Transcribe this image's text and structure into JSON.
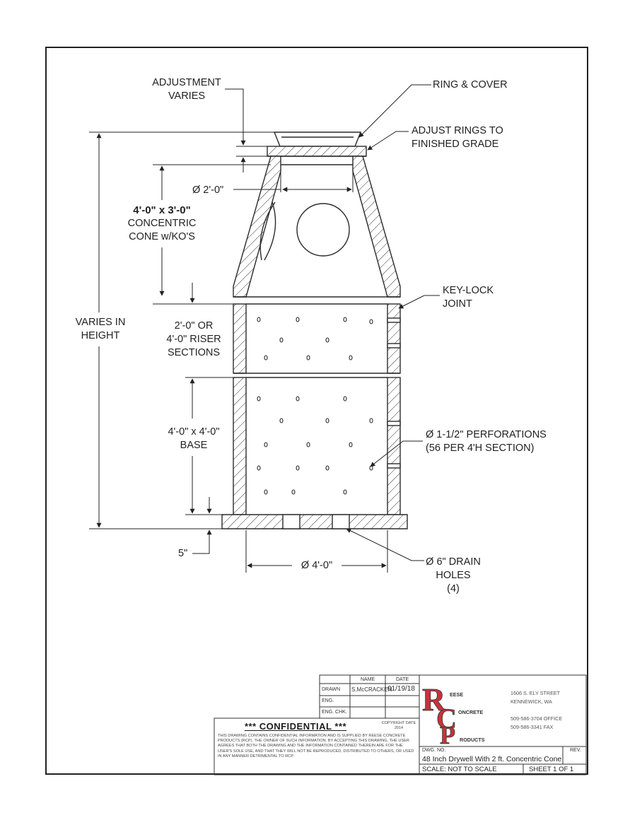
{
  "labels": {
    "adjustment_1": "ADJUSTMENT",
    "adjustment_2": "VARIES",
    "ring_cover": "RING & COVER",
    "adjust_rings_1": "ADJUST RINGS TO",
    "adjust_rings_2": "FINISHED GRADE",
    "dia_top": "Ø 2'-0\"",
    "cone_1": "4'-0\" x 3'-0\"",
    "cone_2": "CONCENTRIC",
    "cone_3": "CONE w/KO'S",
    "keylock_1": "KEY-LOCK",
    "keylock_2": "JOINT",
    "varies_1": "VARIES IN",
    "varies_2": "HEIGHT",
    "riser_1": "2'-0\" OR",
    "riser_2": "4'-0\" RISER",
    "riser_3": "SECTIONS",
    "base_1": "4'-0\" x 4'-0\"",
    "base_2": "BASE",
    "perf_1": "Ø 1-1/2\" PERFORATIONS",
    "perf_2": "(56 PER 4'H SECTION)",
    "five_in": "5\"",
    "dia_bottom": "Ø 4'-0\"",
    "drain_1": "Ø 6\" DRAIN",
    "drain_2": "HOLES",
    "drain_3": "(4)"
  },
  "title_block": {
    "col_name": "NAME",
    "col_date": "DATE",
    "row_drawn": "DRAWN",
    "drawn_name": "S.McCRACKEN",
    "drawn_date": "01/19/18",
    "row_eng": "ENG.",
    "row_eng_chk": "ENG. CHK.",
    "confidential": "*** CONFIDENTIAL ***",
    "copyright": "COPYRIGHT DATE 2014",
    "notice": "THIS DRAWING CONTAINS CONFIDENTIAL INFORMATION AND IS SUPPLIED BY REESE CONCRETE PRODUCTS (RCP), THE OWNER OF SUCH INFORMATION. BY ACCEPTING THIS DRAWING, THE USER AGREES THAT BOTH THE DRAWING AND THE INFORMATION CONTAINED THEREIN ARE FOR THE USER'S SOLE USE, AND THAT THEY WILL NOT BE REPRODUCED, DISTRIBUTED TO OTHERS, OR USED IN ANY MANNER DETRIMENTAL TO RCP.",
    "logo_1": "EESE",
    "logo_2": "ONCRETE",
    "logo_3": "RODUCTS",
    "address_1": "1606 S. ELY STREET",
    "address_2": "KENNEWICK, WA",
    "phone": "509-586-3704 OFFICE",
    "fax": "509-586-3341 FAX",
    "dwg_no_label": "DWG. NO.",
    "rev_label": "REV.",
    "dwg_title": "48 Inch Drywell With 2 ft. Concentric Cone",
    "scale": "SCALE: NOT TO SCALE",
    "sheet": "SHEET 1 OF 1"
  },
  "colors": {
    "line": "#2a2a2a",
    "logo_red": "#c8323a"
  }
}
